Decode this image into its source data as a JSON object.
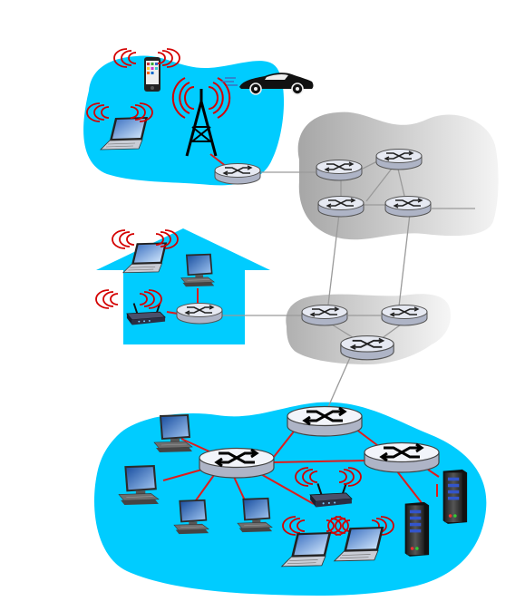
{
  "colors": {
    "access_network": "#00CCFF",
    "isp_gradient_dark": "#A6A6A6",
    "isp_gradient_light": "#F4F4F4",
    "router_body": "#DCE0EC",
    "link_red": "#E01B1B",
    "link_gray": "#9A9A9A",
    "wireless_red": "#D40000"
  },
  "regions": [
    {
      "name": "mobile-network",
      "type": "wireless-access"
    },
    {
      "name": "home-network",
      "type": "home"
    },
    {
      "name": "global-isp",
      "type": "isp"
    },
    {
      "name": "regional-isp",
      "type": "isp"
    },
    {
      "name": "enterprise-network",
      "type": "institutional"
    }
  ],
  "devices": [
    {
      "kind": "smartphone",
      "icon": "smartphone-icon"
    },
    {
      "kind": "car",
      "icon": "car-icon"
    },
    {
      "kind": "cell-tower",
      "icon": "cell-tower-icon"
    },
    {
      "kind": "laptop",
      "icon": "laptop-icon"
    },
    {
      "kind": "desktop",
      "icon": "desktop-icon"
    },
    {
      "kind": "wifi-router",
      "icon": "wifi-router-icon"
    },
    {
      "kind": "router",
      "icon": "router-icon"
    },
    {
      "kind": "server",
      "icon": "server-icon"
    }
  ]
}
